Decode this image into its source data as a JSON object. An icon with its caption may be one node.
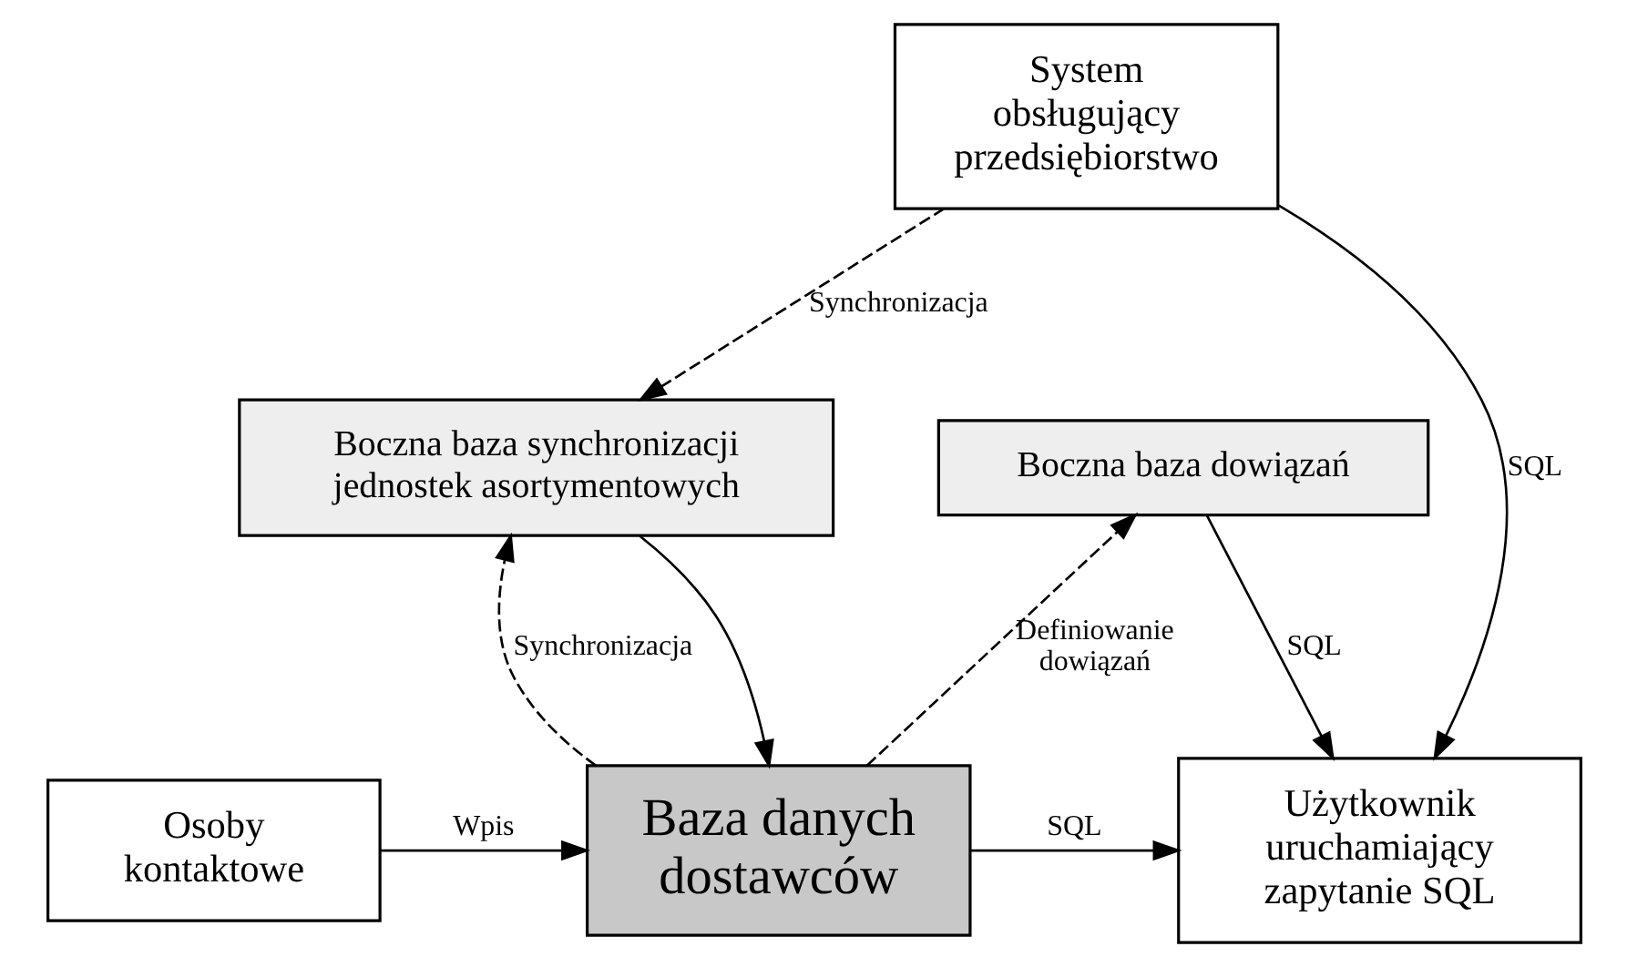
{
  "diagram": {
    "nodes": [
      {
        "text": [
          "System obsługujący przedsiębiorstwo"
        ]
      },
      {
        "text": [
          "Boczna baza dowiązań"
        ]
      },
      {
        "text": [
          "Boczna baza synchronizacji jednostek asortymentowych"
        ]
      },
      {
        "text": [
          "Osoby kontaktowe"
        ]
      },
      {
        "text": [
          "Baza danych dostawców"
        ]
      },
      {
        "text": [
          "Użytkownik uruchamiający zapytanie SQL"
        ]
      }
    ],
    "edges": [
      {
        "from": 1,
        "to": 5,
        "arrow": "to",
        "label": "SQL"
      },
      {
        "from": 0,
        "to": 5,
        "arrow": "to",
        "label": "SQL"
      },
      {
        "from": 0,
        "to": 2,
        "arrow": "to",
        "label": "Synchronizacja",
        "style": "dashed"
      },
      {
        "from": 4,
        "to": 1,
        "arrow": "to",
        "label": "Definiowanie dowiązań",
        "style": "dashed"
      },
      {
        "from": 2,
        "to": 4,
        "arrow": "to"
      },
      {
        "from": 4,
        "to": 2,
        "arrow": "to",
        "label": "Synchronizacja",
        "style": "dashed"
      },
      {
        "from": 3,
        "to": 4,
        "arrow": "to",
        "label": "Wpis"
      },
      {
        "from": 4,
        "to": 5,
        "arrow": "to",
        "label": "SQL"
      }
    ]
  }
}
